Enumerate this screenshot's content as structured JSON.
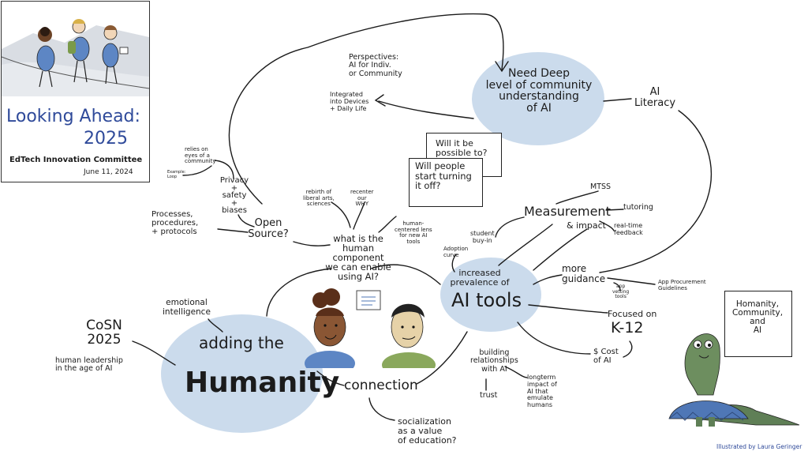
{
  "title_panel": {
    "title_line1": "Looking Ahead:",
    "title_line2": "2025",
    "committee": "EdTech Innovation Committee",
    "date": "June 11, 2024"
  },
  "nodes": {
    "need_deep": "Need Deep\nlevel of community\nunderstanding\nof AI",
    "ai_literacy": "AI\nLiteracy",
    "perspectives": "Perspectives:\nAI for Indiv.\nor Community",
    "integrated": "Integrated\ninto Devices\n+ Daily Life",
    "will_possible": "Will it be\npossible to?",
    "will_people": "Will people\nstart turning\nit off?",
    "relies_on": "relies on\neyes of a\ncommunity",
    "example_loop": "Example:\nLoop",
    "privacy": "Privacy\n+\nsafety\n+\nbiases",
    "processes": "Processes,\nprocedures,\n+ protocols",
    "open_source": "Open\nSource?",
    "rebirth": "rebirth of\nliberal arts,\nsciences",
    "recenter": "recenter\nour\nWHY",
    "human_centered": "human-\ncentered lens\nfor new AI\ntools",
    "human_component": "what is the\nhuman component\nwe can enable\nusing AI?",
    "mtss": "MTSS",
    "measurement": "Measurement",
    "tutoring": "tutoring",
    "impact": "& impact",
    "realtime": "real-time\nfeedback",
    "student_buyin": "student\nbuy-in",
    "adoption_curve": "Adoption\ncurve",
    "increased_prevalence": "increased\nprevalence of",
    "ai_tools": "AI tools",
    "more_guidance": "more\nguidance",
    "app_vetting": "app\nvetting\ntools",
    "app_procurement": "App Procurement\nGuidelines",
    "focused_on": "Focused on",
    "k12": "K-12",
    "cost_of_ai": "$ Cost\nof AI",
    "emotional_intelligence": "emotional\nintelligence",
    "cosn_2025": "CoSN\n2025",
    "human_leadership": "human leadership\nin the age of AI",
    "adding_the": "adding the",
    "humanity": "Humanity",
    "connection": "connection",
    "building_relationships": "building\nrelationships\nwith AI",
    "trust": "trust",
    "longterm_impact": "longterm\nimpact of\nAI that\nemulate\nhumans",
    "socialization": "socialization\nas a value\nof education?",
    "dino_bubble": "Homanity,\nCommunity,\nand\nAI",
    "credit": "Illustrated by Laura Geringer"
  },
  "colors": {
    "blob": "#c5d7ea",
    "ink": "#1b1b1b",
    "title_blue": "#2f4a9a",
    "dino_green": "#5f7f56",
    "dino_skirt": "#4f77b6"
  },
  "icons": {
    "people_illustration": "three-hikers-illustration",
    "faces_illustration": "two-people-faces-illustration",
    "dino_illustration": "dinosaur-character-illustration"
  }
}
